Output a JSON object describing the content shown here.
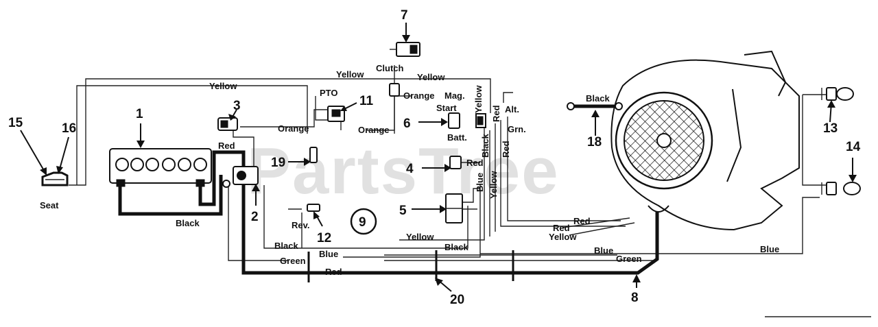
{
  "watermark": "PartsTree",
  "callouts": {
    "n1": "1",
    "n2": "2",
    "n3": "3",
    "n4": "4",
    "n5": "5",
    "n6": "6",
    "n7": "7",
    "n8": "8",
    "n9": "9",
    "n11": "11",
    "n12": "12",
    "n13": "13",
    "n14": "14",
    "n15": "15",
    "n16": "16",
    "n18": "18",
    "n19": "19",
    "n20": "20"
  },
  "labels": {
    "yellow_top": "Yellow",
    "yellow_top2": "Yellow",
    "yellow_left": "Yellow",
    "clutch": "Clutch",
    "pto": "PTO",
    "orange_pto": "Orange",
    "orange_mid": "Orange",
    "orange_low": "Orange",
    "mag": "Mag.",
    "start": "Start",
    "batt": "Batt.",
    "yellow_vert": "Yellow",
    "black_vert": "Black",
    "red_vert1": "Red",
    "red_vert2": "Red",
    "alt": "Alt.",
    "grn": "Grn.",
    "red_4": "Red",
    "blue_vert": "Blue",
    "yellow_vert2": "Yellow",
    "red_bat": "Red",
    "black_bat": "Black",
    "seat": "Seat",
    "rev": "Rev.",
    "black_low1": "Black",
    "black_low2": "Black",
    "yellow_low": "Yellow",
    "blue_low": "Blue",
    "green_low": "Green",
    "red_low": "Red",
    "red_eng1": "Red",
    "red_eng2": "Red",
    "yellow_eng": "Yellow",
    "blue_eng": "Blue",
    "green_eng": "Green",
    "blue_right": "Blue",
    "black_18": "Black"
  }
}
